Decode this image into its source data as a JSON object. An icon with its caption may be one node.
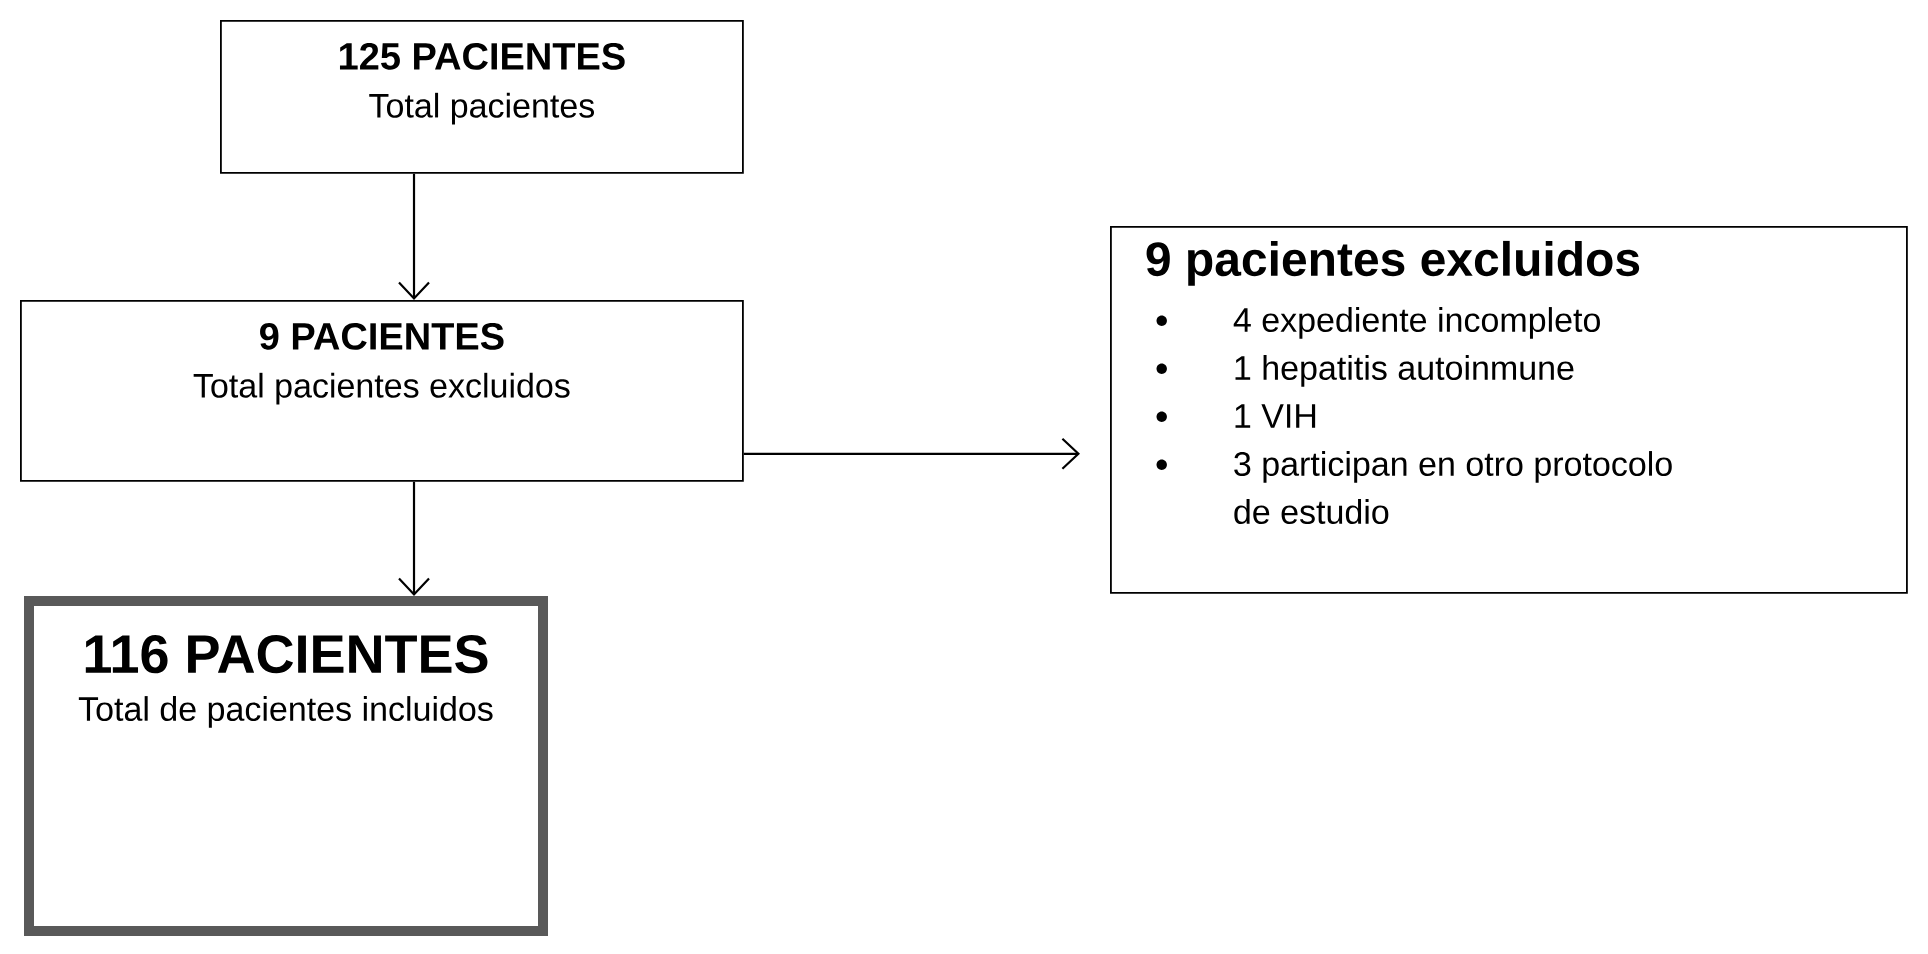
{
  "diagram": {
    "nodes": [
      {
        "text": [
          "125 PACIENTES",
          "Total pacientes"
        ]
      },
      {
        "text": [
          "9 PACIENTES",
          "Total pacientes excluidos"
        ]
      },
      {
        "text": [
          "116 PACIENTES",
          "Total de pacientes incluidos"
        ]
      },
      {
        "text": [
          "9 pacientes excluidos",
          "4 expediente incompleto",
          "1 hepatitis autoinmune",
          "1 VIH",
          "3 participan en otro protocolo de estudio"
        ]
      }
    ],
    "edges": [
      {
        "from": 0,
        "to": 1,
        "arrow": "to"
      },
      {
        "from": 1,
        "to": 2,
        "arrow": "to"
      },
      {
        "from": 1,
        "to": 3,
        "arrow": "to"
      }
    ]
  }
}
